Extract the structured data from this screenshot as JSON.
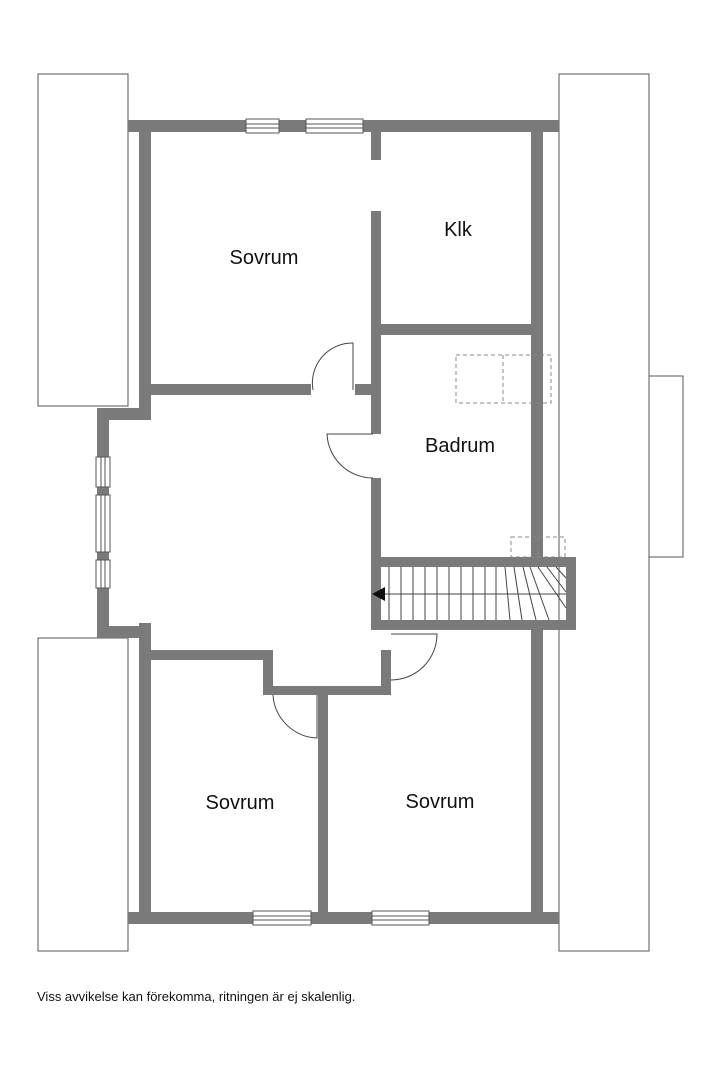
{
  "rooms": {
    "sovrum_top": "Sovrum",
    "klk": "Klk",
    "badrum": "Badrum",
    "sovrum_bottom_left": "Sovrum",
    "sovrum_bottom_right": "Sovrum"
  },
  "disclaimer": "Viss avvikelse kan förekomma, ritningen är ej skalenlig.",
  "colors": {
    "wall": "#7a7a7a",
    "outline": "#555555",
    "background": "#ffffff",
    "dashed": "#888888"
  }
}
